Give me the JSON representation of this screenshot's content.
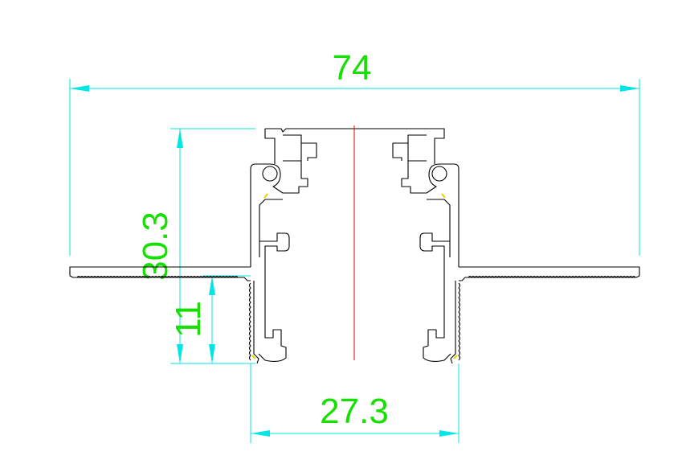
{
  "drawing": {
    "dimensions": {
      "overall_width": "74",
      "total_height": "30.3",
      "lower_height": "11",
      "opening_width": "27.3"
    },
    "colors": {
      "dimension_lines": "#00e5e5",
      "dimension_text": "#16e000",
      "profile_outline": "#000000",
      "center_line": "#e00000",
      "highlight": "#f0d000"
    }
  }
}
